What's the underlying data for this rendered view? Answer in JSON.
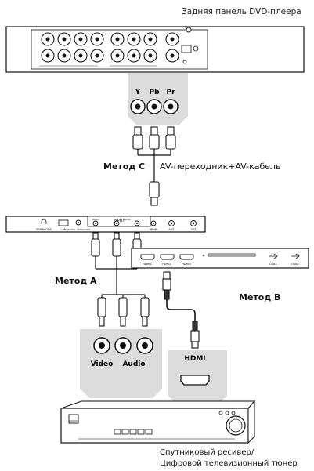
{
  "dvd_panel": {
    "title": "Задняя панель DVD-плеера"
  },
  "component_connector": {
    "labels": [
      "Y",
      "Pb",
      "Pr"
    ]
  },
  "method_c": {
    "label": "Метод C",
    "description": "AV-переходник+AV-кабель"
  },
  "tv_panel": {
    "input_title": "INPUT",
    "earphone": "EARPHONE",
    "lan": "LAN",
    "digital_audio_out": "DIGITAL AUDIO OUT",
    "video": "VIDEO",
    "audio": "AUDIO",
    "ypbpr": "YPbPr",
    "ant": "ANT",
    "sat": "SAT"
  },
  "method_a": {
    "label": "Метод A"
  },
  "hdmi_panel": {
    "ports": [
      "HDMI1",
      "HDMI2",
      "HDMI3"
    ],
    "usb": [
      "USB1",
      "USB2"
    ]
  },
  "method_b": {
    "label": "Метод B"
  },
  "receiver_connectors": {
    "video": "Video",
    "audio": "Audio",
    "hdmi": "HDMI"
  },
  "receiver": {
    "name_line1": "Спутниковый ресивер/",
    "name_line2": "Цифровой телевизионный тюнер"
  }
}
